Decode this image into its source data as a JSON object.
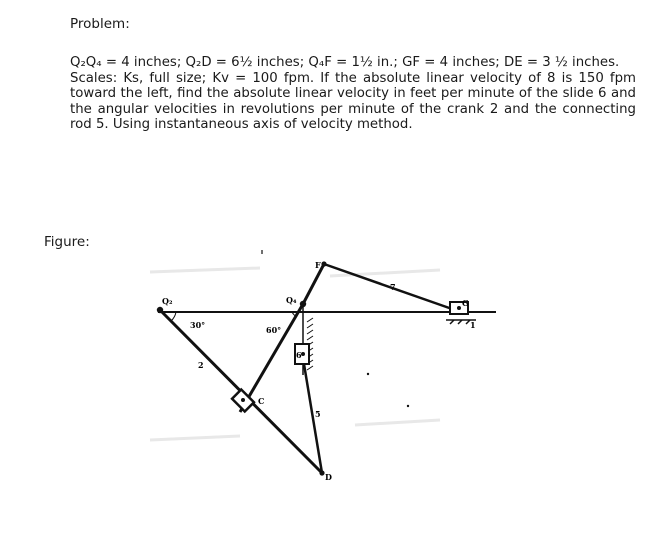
{
  "problem": {
    "heading": "Problem:",
    "line1": "Q₂Q₄ = 4 inches; Q₂D = 6½ inches; Q₄F = 1½ in.; GF = 4 inches; DE = 3 ½ inches.",
    "line2": "Scales: Ks, full size; Kv = 100 fpm. If the absolute linear velocity of 8 is 150 fpm toward the left, find the absolute linear velocity in feet per minute of the slide 6 and the angular velocities in revolutions per minute of the crank 2 and the connecting rod 5. Using instantaneous axis of velocity method."
  },
  "figure": {
    "heading": "Figure:",
    "labels": {
      "q2": "Q₂",
      "q4": "Q₄",
      "f": "F",
      "c": "C",
      "d": "D",
      "g": "G",
      "link2": "2",
      "link5": "5",
      "link7": "7",
      "link1": "1",
      "slider6": "6",
      "angle_left": "30°",
      "angle_center": "60°"
    }
  }
}
